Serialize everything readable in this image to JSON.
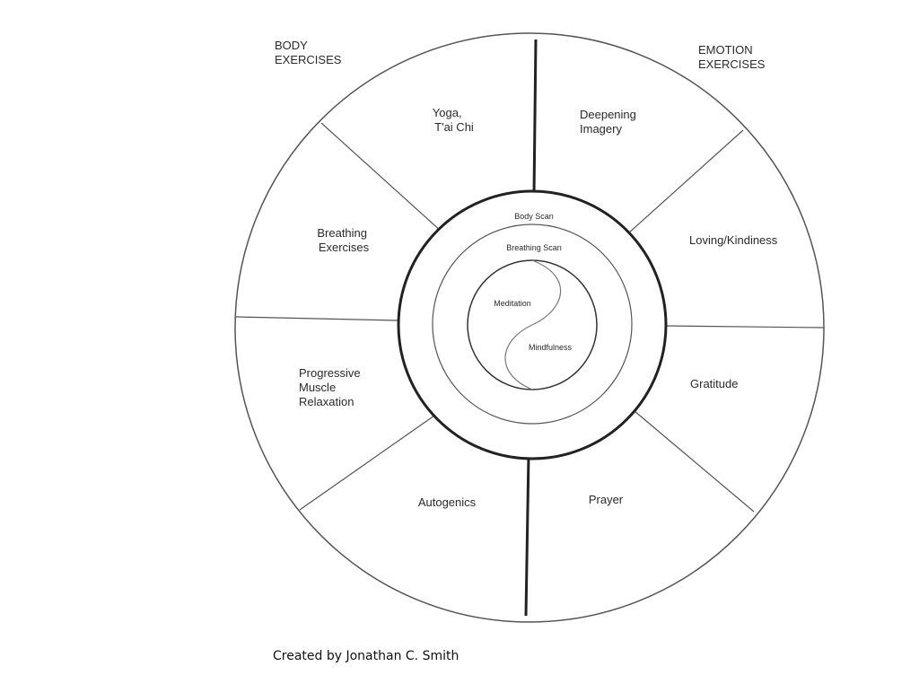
{
  "corners": {
    "body": [
      "BODY",
      "EXERCISES"
    ],
    "emotion": [
      "EMOTION",
      "EXERCISES"
    ]
  },
  "segments": {
    "yoga": [
      "Yoga,",
      "T'ai Chi"
    ],
    "deepening": [
      "Deepening",
      "Imagery"
    ],
    "breathing": [
      "Breathing",
      "Exercises"
    ],
    "loving": [
      "Loving/Kindiness"
    ],
    "pmr": [
      "Progressive",
      "Muscle",
      "Relaxation"
    ],
    "gratitude": [
      "Gratitude"
    ],
    "autogenics": [
      "Autogenics"
    ],
    "prayer": [
      "Prayer"
    ]
  },
  "inner": {
    "body_scan": "Body Scan",
    "breathing_scan": "Breathing Scan",
    "meditation": "Meditation",
    "mindfulness": "Mindfulness"
  },
  "caption": "Created by Jonathan C. Smith"
}
